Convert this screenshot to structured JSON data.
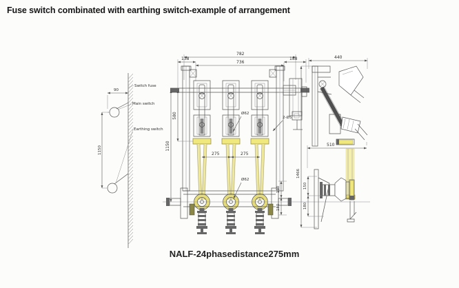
{
  "title": "Fuse switch combinated with earthing switch-example of arrangement",
  "caption": "NALF-24phasedistance275mm",
  "schematic": {
    "label_switch_fuse": "Switch fuse",
    "label_main_switch": "Main switch",
    "label_earthing_switch": "Earthing switch",
    "dim_wall_offset": "90",
    "dim_switch_spacing": "1150"
  },
  "front_view": {
    "dim_left_offset": "138",
    "dim_overall_width": "782",
    "dim_mounting_width": "736",
    "dim_right_offset": "188",
    "dim_upper_height": "580",
    "dim_total_height": "1150",
    "dim_phase_spacing_1": "275",
    "dim_phase_spacing_2": "275",
    "label_rod_diameter": "Ø62",
    "label_holes": "2-Ø5",
    "label_shaft_diameter": "Ø62",
    "dim_lever_upper": "150",
    "dim_lever_lower": "180"
  },
  "side_view": {
    "dim_depth": "440",
    "dim_height": "1466",
    "dim_reach": "510",
    "dim_insulator_upper": "150",
    "dim_insulator_lower": "180"
  },
  "colors": {
    "highlight_yellow": "#f0e87c",
    "highlight_pale": "#f3edaa",
    "lever_olive": "#8a8748",
    "line_gray": "#555555"
  }
}
